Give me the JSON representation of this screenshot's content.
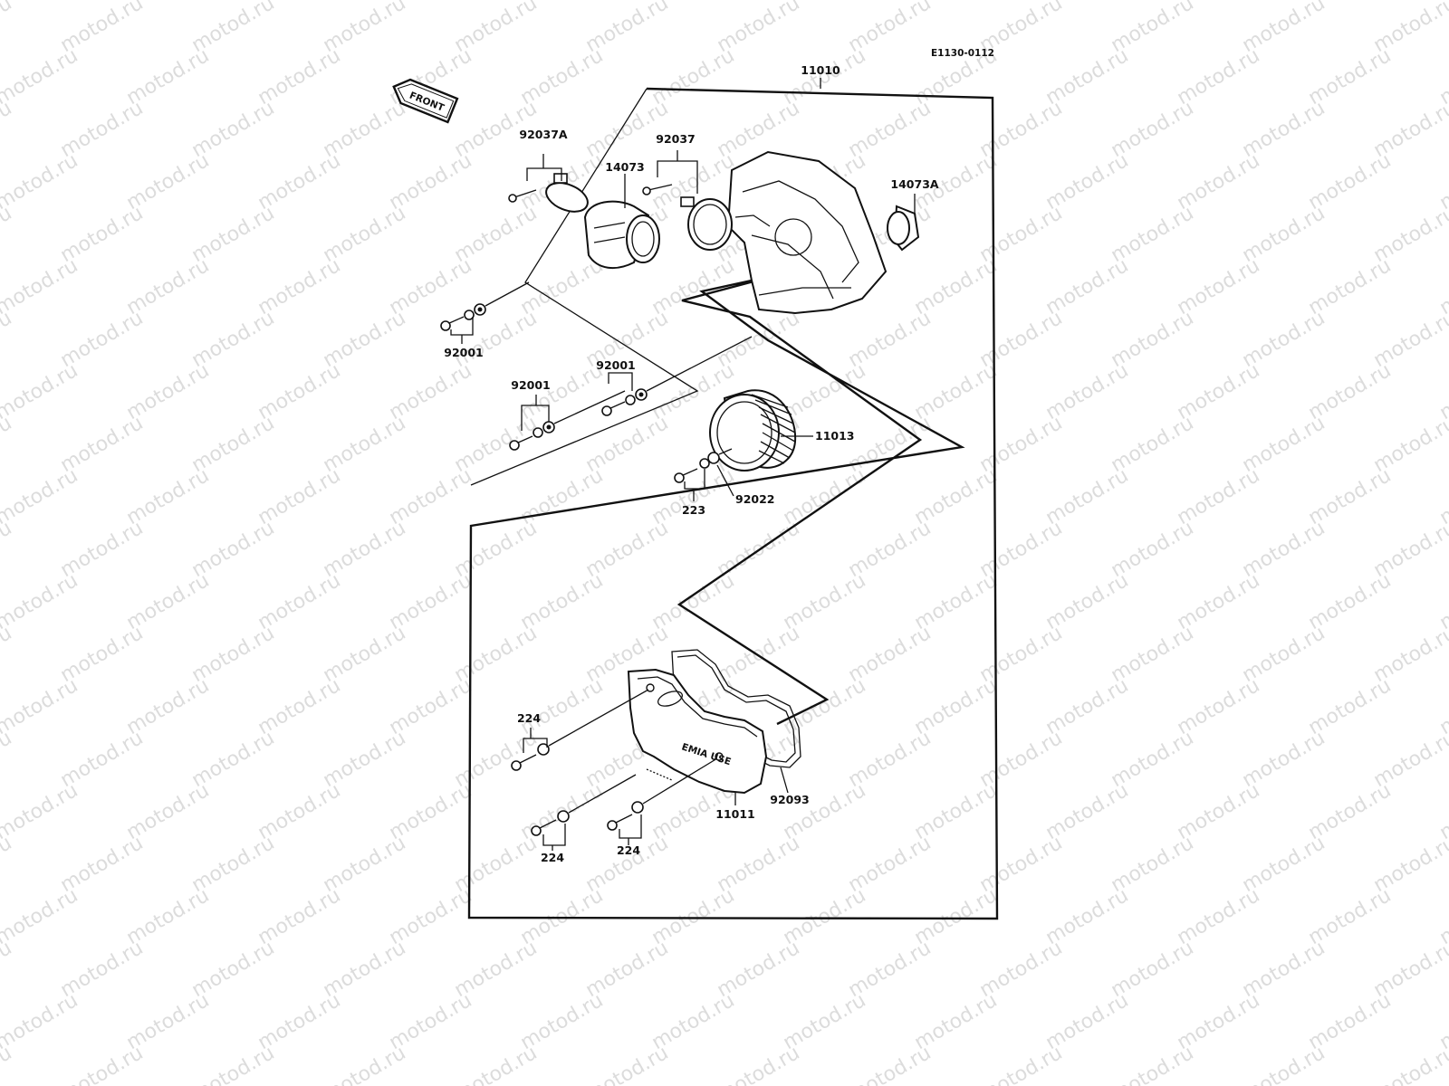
{
  "diagram_code": "E1130-0112",
  "front_arrow": "FRONT",
  "watermark": "motod.ru",
  "cover_print": "EMIA USE",
  "labels": {
    "assembly": "11010",
    "clamp_a": "92037A",
    "clamp": "92037",
    "duct": "14073",
    "duct_a": "14073A",
    "bolt_top": "92001",
    "bolt_mid": "92001",
    "bolt_left": "92001",
    "element": "11013",
    "washer": "92022",
    "screw_223": "223",
    "screw_224_a": "224",
    "screw_224_b": "224",
    "screw_224_c": "224",
    "cover": "11011",
    "gasket": "92093"
  }
}
